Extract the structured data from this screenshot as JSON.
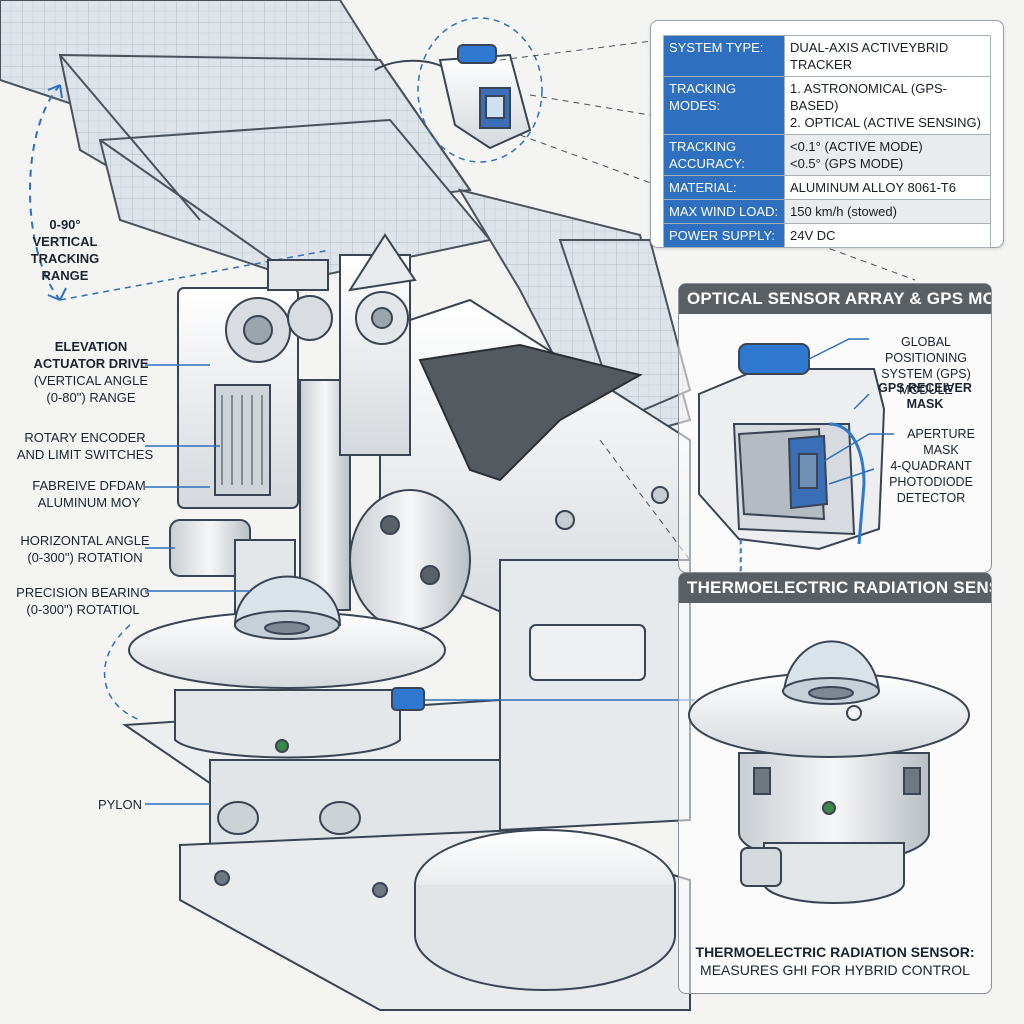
{
  "spec_table": {
    "rows": [
      {
        "label": "SYSTEM TYPE:",
        "values": [
          "DUAL-AXIS ACTIVEYBRID TRACKER"
        ]
      },
      {
        "label": "TRACKING MODES:",
        "values": [
          "1. ASTRONOMICAL (GPS-BASED)",
          "2. OPTICAL (ACTIVE SENSING)"
        ]
      },
      {
        "label": "TRACKING ACCURACY:",
        "values": [
          "<0.1° (ACTIVE MODE)",
          "<0.5° (GPS MODE)"
        ]
      },
      {
        "label": "MATERIAL:",
        "values": [
          "ALUMINUM ALLOY 8061-T6"
        ]
      },
      {
        "label": "MAX WIND LOAD:",
        "values": [
          "150 km/h (stowed)"
        ]
      },
      {
        "label": "POWER SUPPLY:",
        "values": [
          "24V DC"
        ]
      }
    ]
  },
  "left_labels": {
    "vertical_range": [
      "0-90°",
      "VERTICAL",
      "TRACKING RANGE"
    ],
    "elevation": [
      "ELEVATION",
      "ACTUATOR DRIVE",
      "(VERTICAL ANGLE",
      "(0-80\") RANGE"
    ],
    "encoder": [
      "ROTARY ENCODER",
      "AND LIMIT SWITCHES"
    ],
    "housing": [
      "FABREIVE DFDAM",
      "ALUMINUM MOY"
    ],
    "horizontal": [
      "HORIZONTAL ANGLE",
      "(0-300\") ROTATION"
    ],
    "bearing": [
      "PRECISION BEARING",
      "(0-300\") ROTATIOL"
    ],
    "pylon": "PYLON"
  },
  "optical_panel": {
    "title": "OPTICAL SENSOR ARRAY & GPS MODULE",
    "gps_label": [
      "GLOBAL POSITIONING",
      "SYSTEM (GPS) MODULE"
    ],
    "receiver_label": [
      "GPS RECEIVER",
      "MASK"
    ],
    "aperture_label": "APERTURE MASK",
    "detector_label": [
      "4-QUADRANT",
      "PHOTODIODE",
      "DETECTOR"
    ]
  },
  "thermo_panel": {
    "title": "THERMOELECTRIC RADIATION SENSOR",
    "caption": [
      "THERMOELECTRIC RADIATION SENSOR:",
      "MEASURES GHI FOR HYBRID CONTROL"
    ]
  },
  "colors": {
    "accent": "#2e6fbf",
    "gps_blue": "#2f78d0",
    "panel_header": "#5a5f64",
    "line": "#3b4452"
  }
}
